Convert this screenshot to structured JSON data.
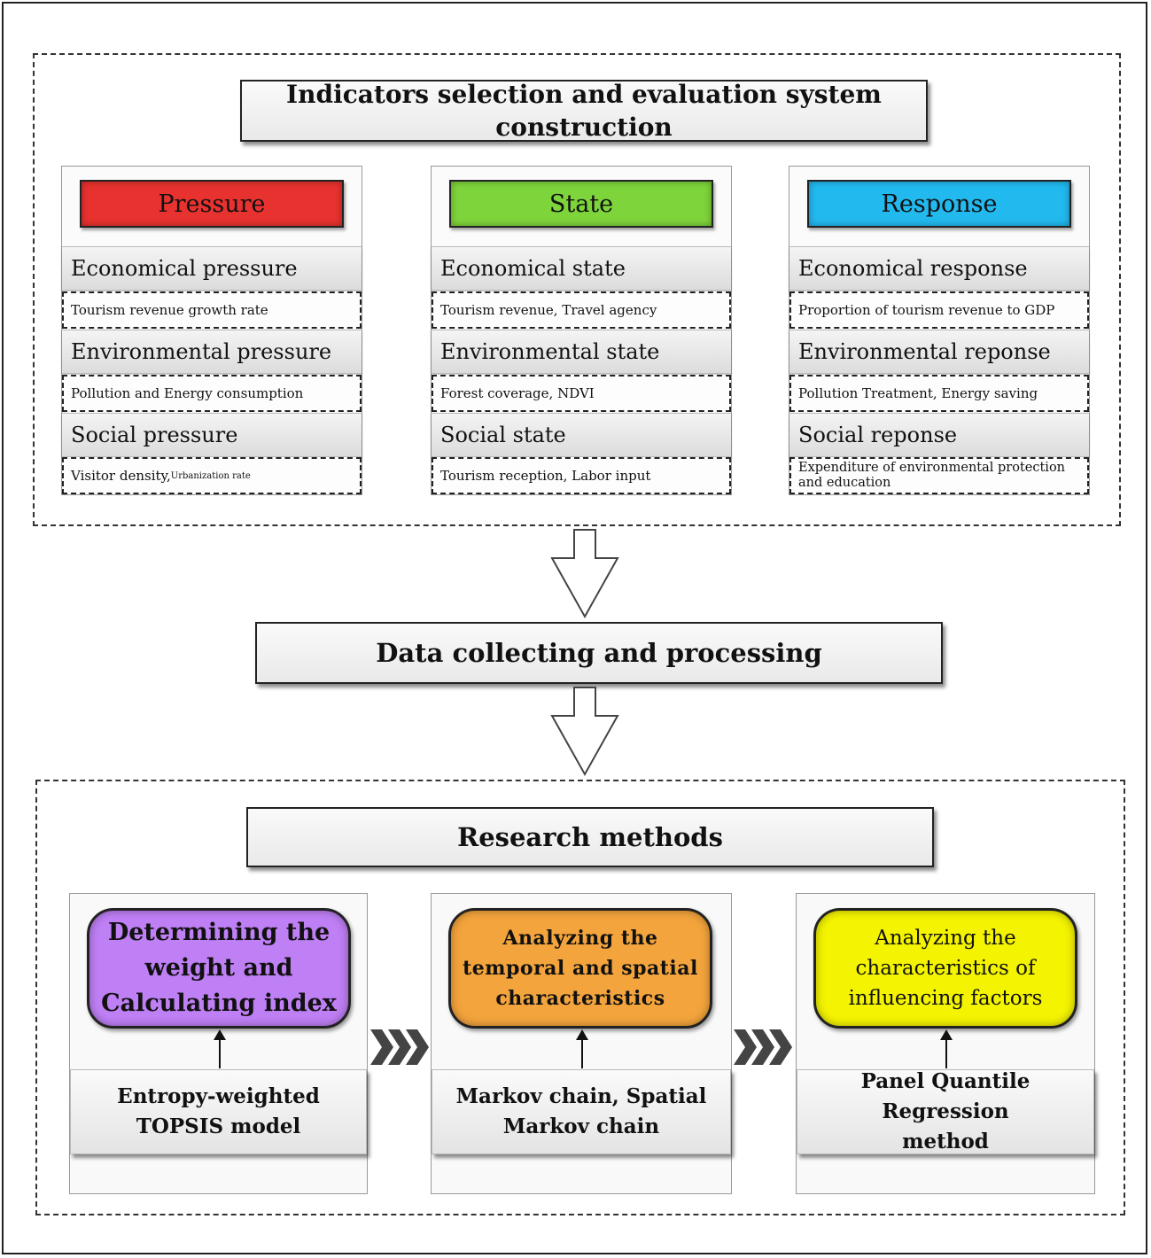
{
  "top_section": {
    "title": "Indicators selection and evaluation system construction",
    "columns": [
      {
        "header": "Pressure",
        "color": "#e8322f",
        "groups": [
          {
            "category": "Economical pressure",
            "indicator": "Tourism revenue growth rate"
          },
          {
            "category": "Environmental pressure",
            "indicator": "Pollution and Energy consumption"
          },
          {
            "category": "Social pressure",
            "indicator": "Visitor density,",
            "indicator_small": "Urbanization rate"
          }
        ]
      },
      {
        "header": "State",
        "color": "#7ed43b",
        "groups": [
          {
            "category": "Economical state",
            "indicator": "Tourism revenue, Travel agency"
          },
          {
            "category": "Environmental state",
            "indicator": "Forest coverage, NDVI"
          },
          {
            "category": "Social state",
            "indicator": "Tourism reception, Labor input"
          }
        ]
      },
      {
        "header": "Response",
        "color": "#22b9ef",
        "groups": [
          {
            "category": "Economical response",
            "indicator": "Proportion of tourism revenue to GDP"
          },
          {
            "category": "Environmental reponse",
            "indicator": "Pollution Treatment, Energy saving"
          },
          {
            "category": "Social reponse",
            "indicator": "Expenditure of environmental protection and education"
          }
        ]
      }
    ]
  },
  "middle_step": {
    "title": "Data collecting and processing"
  },
  "bottom_section": {
    "title": "Research methods",
    "methods": [
      {
        "label": "Determining the weight and Calculating index",
        "color": "#bf7ff5",
        "tool": "Entropy-weighted TOPSIS model"
      },
      {
        "label": "Analyzing the temporal and spatial characteristics",
        "color": "#f4a43c",
        "tool": "Markov chain, Spatial Markov chain"
      },
      {
        "label": "Analyzing the characteristics of influencing factors",
        "color": "#f4f400",
        "tool": "Panel Quantile Regression method"
      }
    ]
  }
}
